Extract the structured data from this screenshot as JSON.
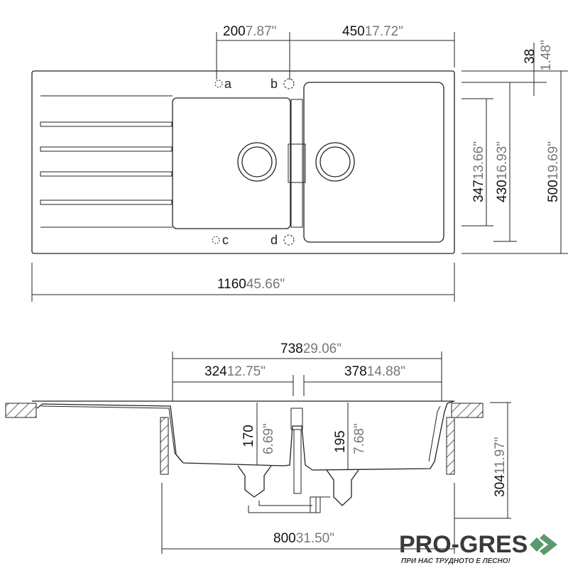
{
  "top_view": {
    "labels": {
      "a": "a",
      "b": "b",
      "c": "c",
      "d": "d"
    },
    "dims": {
      "d200": {
        "mm": "200",
        "in": "7.87\""
      },
      "d450": {
        "mm": "450",
        "in": "17.72\""
      },
      "d38": {
        "mm": "38",
        "in": "1.48\""
      },
      "d347": {
        "mm": "347",
        "in": "13.66\""
      },
      "d430": {
        "mm": "430",
        "in": "16.93\""
      },
      "d500": {
        "mm": "500",
        "in": "19.69\""
      },
      "d1160": {
        "mm": "1160",
        "in": "45.66\""
      }
    }
  },
  "section_view": {
    "dims": {
      "d738": {
        "mm": "738",
        "in": "29.06\""
      },
      "d324": {
        "mm": "324",
        "in": "12.75\""
      },
      "d378": {
        "mm": "378",
        "in": "14.88\""
      },
      "d170": {
        "mm": "170",
        "in": "6.69\""
      },
      "d195": {
        "mm": "195",
        "in": "7.68\""
      },
      "d304": {
        "mm": "304",
        "in": "11.97\""
      },
      "d800": {
        "mm": "800",
        "in": "31.50\""
      }
    }
  },
  "logo": {
    "name": "PRO-GRES",
    "tagline": "ПРИ НАС ТРУДНОТО Е ЛЕСНО!",
    "accent": "#5a9a6e"
  }
}
